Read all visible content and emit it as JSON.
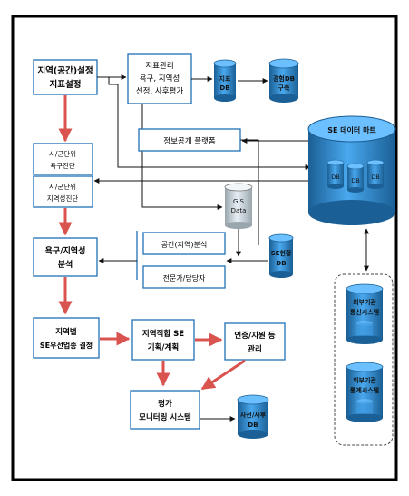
{
  "nodes": {
    "indicator_setting": [
      "지역(공간)설정",
      "지표설정"
    ],
    "indicator_mgmt": [
      "지표관리",
      "욕구, 지역성",
      "선정, 사후평가"
    ],
    "indicator_db": [
      "지표",
      "DB"
    ],
    "experience_db": [
      "경험DB",
      "구축"
    ],
    "info_platform": [
      "정보공개 플랫폼"
    ],
    "se_datamart": [
      "SE 데이터 마트"
    ],
    "db_labels": [
      "DB",
      "DB",
      "DB"
    ],
    "needs_diag": [
      "시/군단위",
      "욕구진단"
    ],
    "locality_diag": [
      "시/군단위",
      "지역성진단"
    ],
    "gis_data": [
      "GIS",
      "Data"
    ],
    "spatial_analysis": [
      "공간(지역)분석"
    ],
    "expert": [
      "전문가/담당자"
    ],
    "se_status_db": [
      "SE현황",
      "DB"
    ],
    "needs_analysis": [
      "욕구/지역성",
      "분석"
    ],
    "external_survey": [
      "외부기관",
      "통신시스템"
    ],
    "external_stats": [
      "외부기관",
      "통계시스템"
    ],
    "priority_decision": [
      "지역별",
      "SE우선업종 결정"
    ],
    "se_planning": [
      "지역적합 SE",
      "기획/계획"
    ],
    "certification": [
      "인증/지원 등",
      "관리"
    ],
    "monitoring": [
      "평가",
      "모니터링 시스템"
    ],
    "prepost_db": [
      "사전/사후",
      "DB"
    ]
  },
  "colors": {
    "box_border": "#1f6fb5",
    "arrow_red": "#d9534f",
    "arrow_black": "#111111",
    "db_fill": "#2f8fd6",
    "db_dark": "#1a5f95"
  }
}
